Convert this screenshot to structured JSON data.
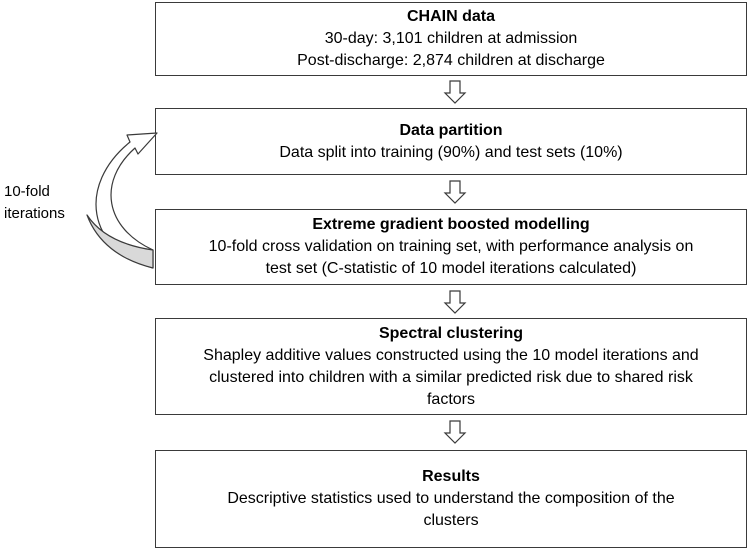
{
  "boxes": [
    {
      "title": "CHAIN data",
      "lines": [
        "30-day: 3,101 children at admission",
        "Post-discharge: 2,874 children at discharge"
      ]
    },
    {
      "title": "Data partition",
      "lines": [
        "Data split into training (90%) and test sets (10%)"
      ]
    },
    {
      "title": "Extreme gradient boosted modelling",
      "lines": [
        "10-fold cross validation on training set, with performance analysis on",
        "test set (C-statistic of 10 model iterations calculated)"
      ]
    },
    {
      "title": "Spectral clustering",
      "lines": [
        "Shapley additive values constructed using the 10 model iterations and",
        "clustered into children with a similar predicted risk due to shared risk",
        "factors"
      ]
    },
    {
      "title": "Results",
      "lines": [
        "Descriptive statistics used to understand the composition of the",
        "clusters"
      ]
    }
  ],
  "loop_label": [
    "10-fold",
    "iterations"
  ],
  "colors": {
    "border": "#3a3a3a",
    "loop_fill": "#d9d9d9"
  }
}
